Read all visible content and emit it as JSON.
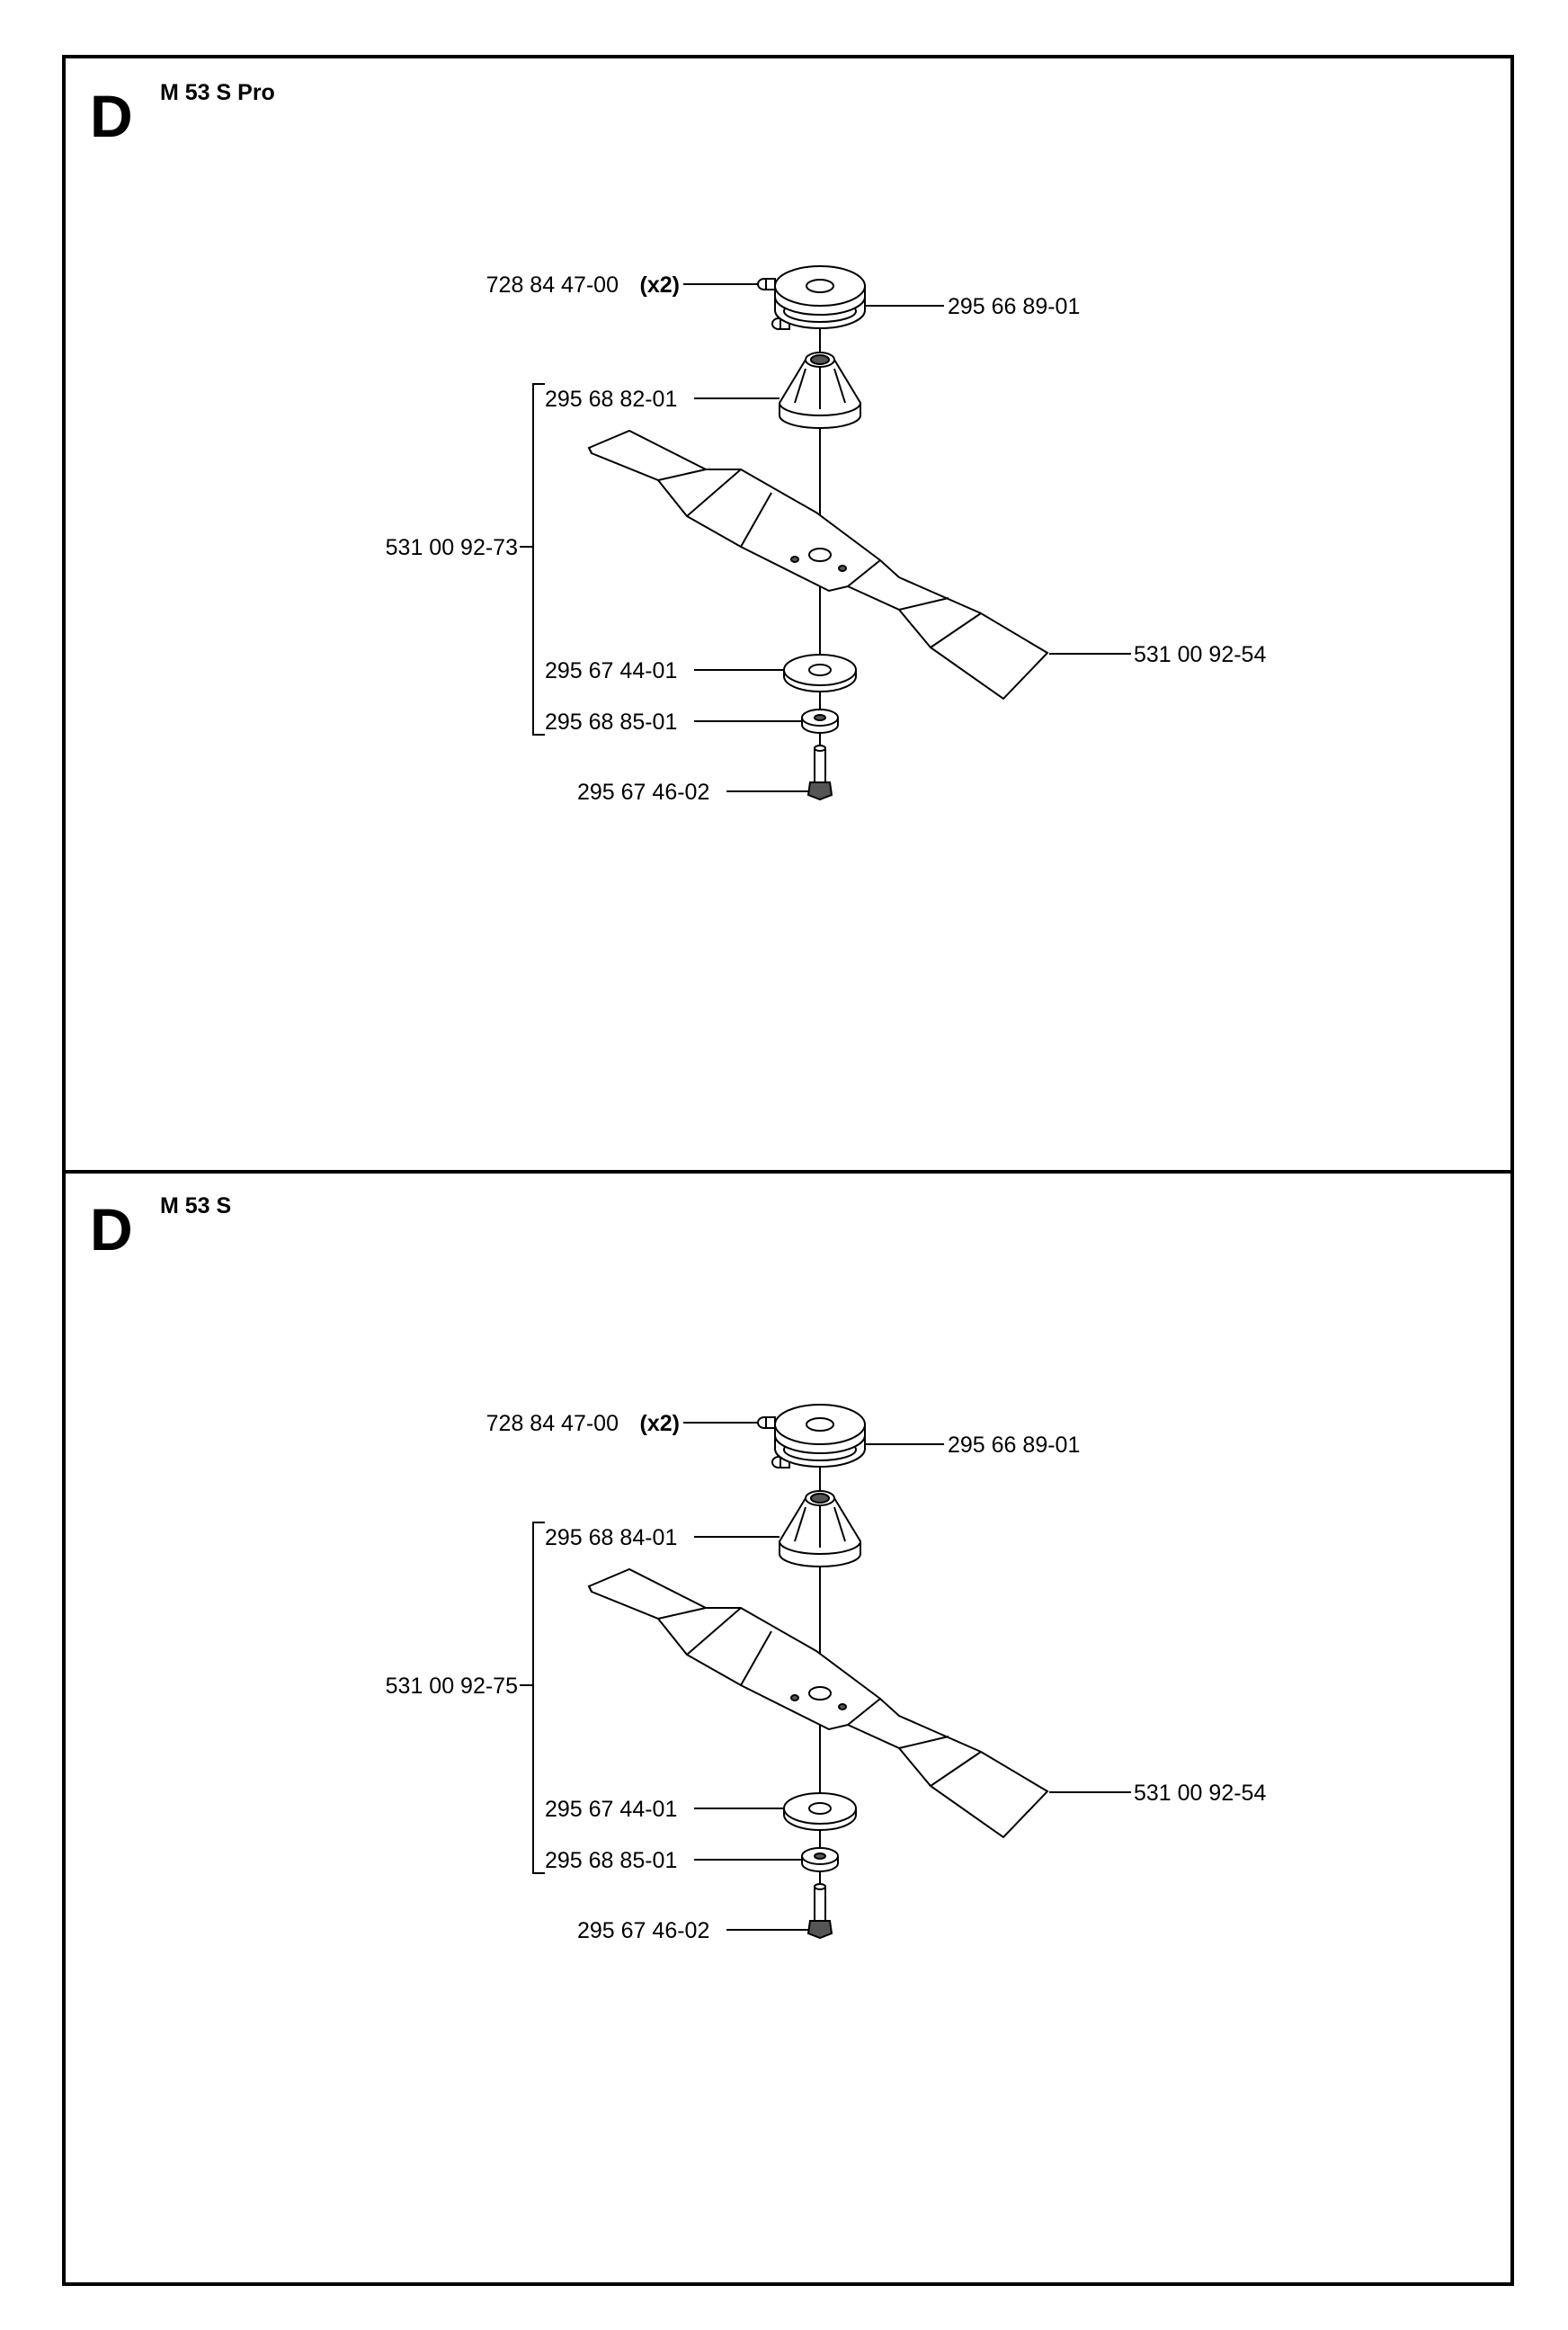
{
  "panels": [
    {
      "section_letter": "D",
      "model": "M 53 S Pro",
      "parts": {
        "screw": "728 84 47-00",
        "screw_qty": "(x2)",
        "pulley": "295 66 89-01",
        "hub": "295 68 82-01",
        "blade_kit": "531 00 92-73",
        "blade": "531 00 92-54",
        "washer": "295 67 44-01",
        "spacer": "295 68 85-01",
        "bolt": "295 67 46-02"
      }
    },
    {
      "section_letter": "D",
      "model": "M 53 S",
      "parts": {
        "screw": "728 84 47-00",
        "screw_qty": "(x2)",
        "pulley": "295 66 89-01",
        "hub": "295 68 84-01",
        "blade_kit": "531 00 92-75",
        "blade": "531 00 92-54",
        "washer": "295 67 44-01",
        "spacer": "295 68 85-01",
        "bolt": "295 67 46-02"
      }
    }
  ]
}
